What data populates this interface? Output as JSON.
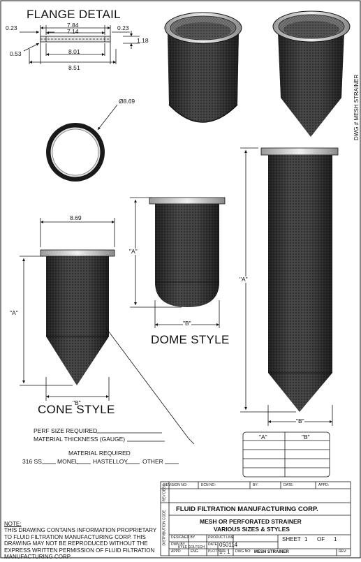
{
  "flange_detail": {
    "title": "FLANGE DETAIL",
    "dims": {
      "lip_left": "0.23",
      "lip_right": "0.23",
      "top_outer": "7.84",
      "top_inner": "7.14",
      "height": "1.18",
      "step": "0.53",
      "mid": "8.01",
      "overall": "8.51"
    }
  },
  "ring_view": {
    "diameter": "Ø8.69"
  },
  "side_label": "DWG # MESH STRAINER",
  "cone_style": {
    "title": "CONE STYLE",
    "width": "8.69",
    "dim_a": "\"A\"",
    "dim_b": "\"B\""
  },
  "dome_style": {
    "title": "DOME STYLE",
    "dim_a": "\"A\"",
    "dim_b": "\"B\""
  },
  "long_style": {
    "dim_a": "\"A\"",
    "dim_b": "\"B\""
  },
  "requirements": {
    "perf_size": "PERF SIZE REQUIRED",
    "thickness": "MATERIAL THICKNESS (GAUGE)",
    "material_title": "MATERIAL REQUIRED",
    "options": [
      "316 SS",
      "MONEL",
      "HASTELLOY",
      "OTHER"
    ]
  },
  "ab_table": {
    "headers": [
      "\"A\"",
      "\"B\""
    ],
    "rows": 4
  },
  "title_block": {
    "revision_headers": [
      "REVISION NO:",
      "ECN NO:",
      "BY:",
      "DATE:",
      "APPD:"
    ],
    "rev_label": "REV DESC",
    "dist_label": "DISTRIBUTION CODE",
    "company": "FLUID FILTRATION MANUFACTURING CORP.",
    "title_line1": "MESH OR PERFORATED STRAINER",
    "title_line2": "VARIOUS SIZES & STYLES",
    "designed_label": "DESIGNED BY",
    "drawn_label": "DWN BY",
    "drawn_by": "KYLE GOLTSCH",
    "appd_label": "APPD",
    "eng_label": "ENG",
    "product_line_label": "PRODUCT LINE",
    "date_label": "DATE",
    "date": "050114",
    "plot_label": "PLOT SIZE",
    "scale": "1 : 1",
    "sheet": "SHEET",
    "sheet_no": "1",
    "of": "OF",
    "sheet_total": "1",
    "dwg_label": "DWG NO:",
    "dwg_no": "MESH STRAINER",
    "rev_no_label": "REV:"
  },
  "note": {
    "title": "NOTE:",
    "text": "THIS DRAWING CONTAINS INFORMATION PROPRIETARY TO FLUID FILTRATION MANUFACTURING CORP. THIS DRAWING MAY NOT BE REPRODUCED WITHOUT THE EXPRESS WRITTEN PERMISSION OF FLUID FILTRATION MANUFACTURING CORP."
  },
  "colors": {
    "ink": "#111111",
    "mesh_dark": "#3a3a3a",
    "mesh_mid": "#6b6b6b",
    "flange": "#cfcfcf"
  }
}
